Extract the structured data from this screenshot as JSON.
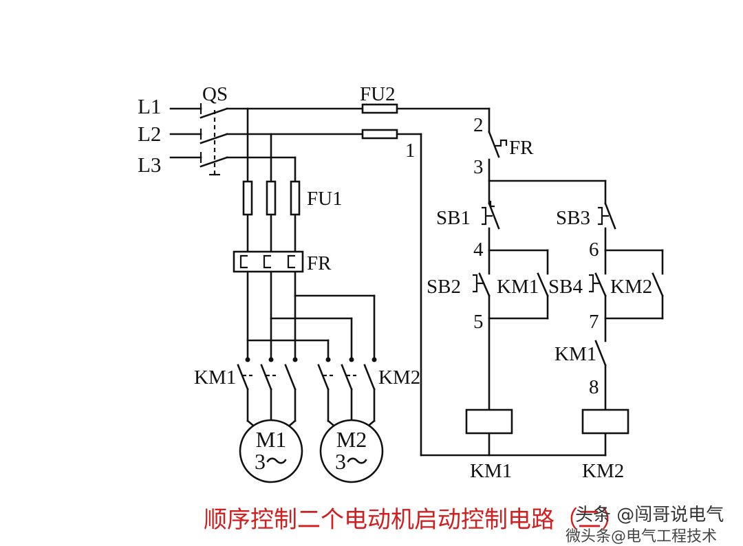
{
  "labels": {
    "l1": "L1",
    "l2": "L2",
    "l3": "L3",
    "qs": "QS",
    "fu1": "FU1",
    "fu2": "FU2",
    "fr_main": "FR",
    "fr_ctrl": "FR",
    "node1": "1",
    "node2": "2",
    "node3": "3",
    "node4": "4",
    "node5": "5",
    "node6": "6",
    "node7": "7",
    "node8": "8",
    "sb1": "SB1",
    "sb2": "SB2",
    "sb3": "SB3",
    "sb4": "SB4",
    "km1_aux": "KM1",
    "km2_aux": "KM2",
    "km1_interlock": "KM1",
    "km1_main": "KM1",
    "km2_main": "KM2",
    "km1_coil": "KM1",
    "km2_coil": "KM2",
    "m1": "M1",
    "m2": "M2",
    "m1_phase": "3～",
    "m2_phase": "3～"
  },
  "caption": "顺序控制二个电动机启动控制电路（二）",
  "watermark": "头条 @闯哥说电气",
  "watermark2": "微头条@电气工程技术",
  "colors": {
    "caption": "#d21e1e",
    "line": "#111111"
  }
}
